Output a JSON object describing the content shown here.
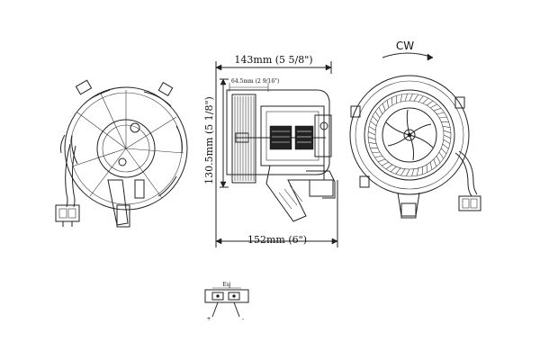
{
  "dimensions": {
    "top_width": "143mm (5 5/8\")",
    "shaft_diameter": "64.5mm (2 9/16\")",
    "height": "130.5mm (5 1/8\")",
    "bottom_width": "152mm (6\")"
  },
  "rotation": {
    "label": "CW"
  },
  "connector_labels": {
    "top": "Esj",
    "left": "+",
    "right": "-"
  },
  "colors": {
    "line": "#222222",
    "background": "#ffffff"
  }
}
